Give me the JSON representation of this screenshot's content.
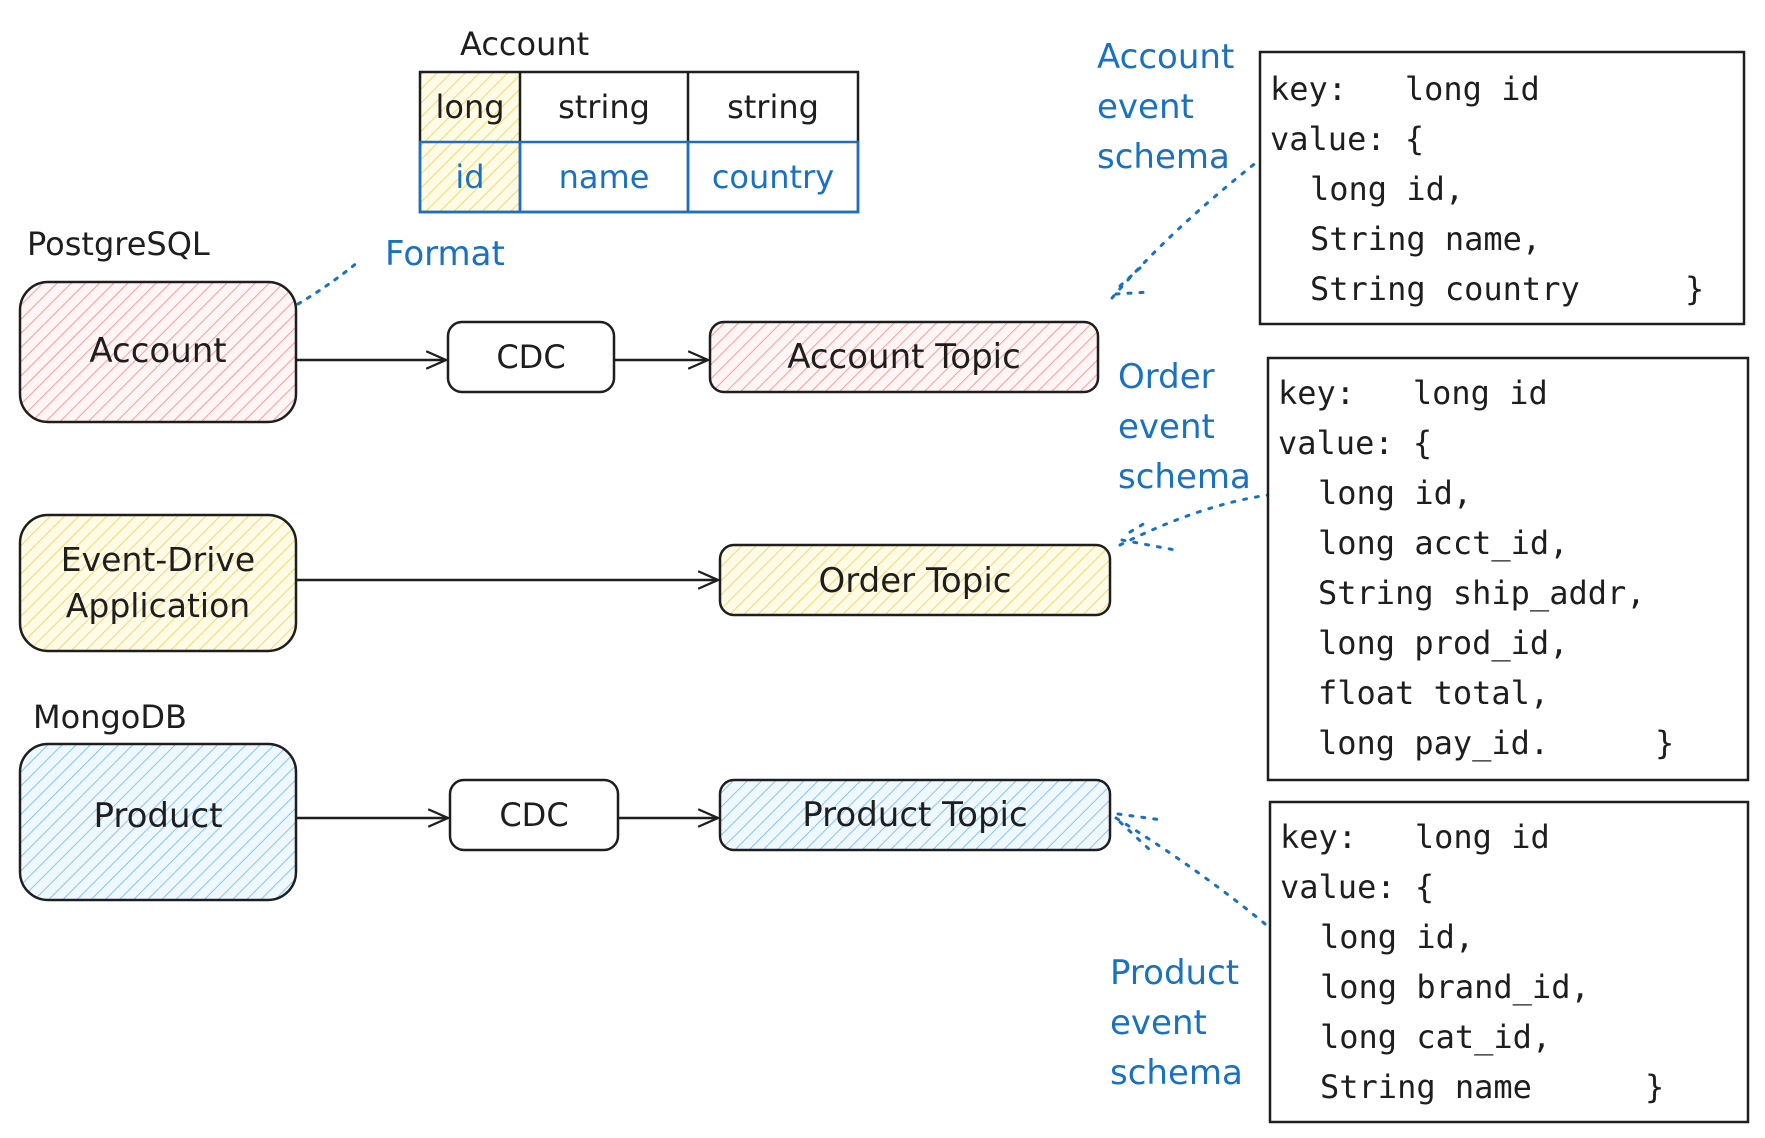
{
  "account_table": {
    "title": "Account",
    "types": [
      "long",
      "string",
      "string"
    ],
    "columns": [
      "id",
      "name",
      "country"
    ]
  },
  "sources": {
    "postgres_label": "PostgreSQL",
    "account": "Account",
    "app_line1": "Event-Drive",
    "app_line2": "Application",
    "mongo_label": "MongoDB",
    "product": "Product"
  },
  "format_label": "Format",
  "cdc_label": "CDC",
  "topics": {
    "account": "Account Topic",
    "order": "Order Topic",
    "product": "Product Topic"
  },
  "schema_labels": {
    "account": [
      "Account",
      "event",
      "schema"
    ],
    "order": [
      "Order",
      "event",
      "schema"
    ],
    "product": [
      "Product",
      "event",
      "schema"
    ]
  },
  "schemas": {
    "account": {
      "key": "key:   long id",
      "value": "value: {",
      "fields": [
        "long id,",
        "String name,",
        "String country"
      ],
      "close": "}"
    },
    "order": {
      "key": "key:   long id",
      "value": "value: {",
      "fields": [
        "long id,",
        "long acct_id,",
        "String ship_addr,",
        "long prod_id,",
        "float total,",
        "long pay_id."
      ],
      "close": "}"
    },
    "product": {
      "key": "key:   long id",
      "value": "value: {",
      "fields": [
        "long id,",
        "long brand_id,",
        "long cat_id,",
        "String name"
      ],
      "close": "}"
    }
  },
  "colors": {
    "stroke": "#1e1e1e",
    "blue": "#1971c2",
    "pink_fill": "#ffc9c9",
    "yellow_fill": "#ffec99",
    "blue_fill": "#a5d8ff"
  }
}
